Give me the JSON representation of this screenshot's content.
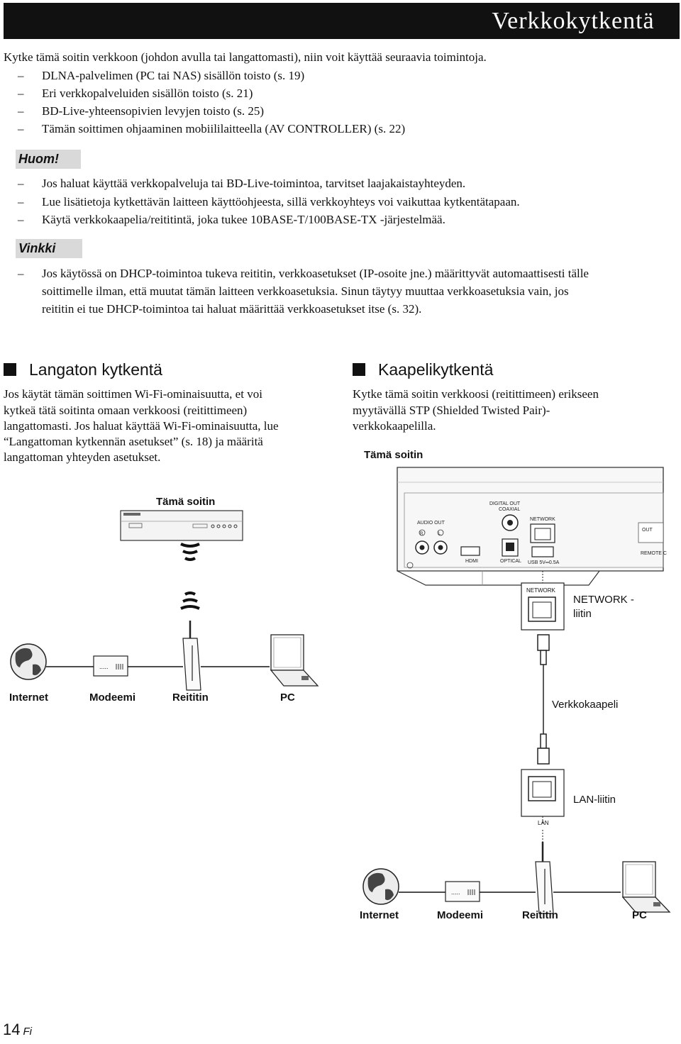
{
  "header": {
    "title": "Verkkokytkentä"
  },
  "intro": {
    "text": "Kytke tämä soitin verkkoon (johdon avulla tai langattomasti), niin voit käyttää seuraavia toimintoja.",
    "items": [
      "DLNA-palvelimen (PC tai NAS) sisällön toisto (s. 19)",
      "Eri verkkopalveluiden sisällön toisto (s. 21)",
      "BD-Live-yhteensopivien levyjen toisto (s. 25)",
      "Tämän soittimen ohjaaminen mobiililaitteella (AV CONTROLLER) (s. 22)"
    ]
  },
  "note": {
    "label": "Huom!",
    "items": [
      "Jos haluat käyttää verkkopalveluja tai BD-Live-toimintoa, tarvitset laajakaistayhteyden.",
      "Lue lisätietoja kytkettävän laitteen käyttöohjeesta, sillä verkkoyhteys voi vaikuttaa kytkentätapaan.",
      "Käytä verkkokaapelia/reititintä, joka tukee 10BASE-T/100BASE-TX -järjestelmää."
    ]
  },
  "tip": {
    "label": "Vinkki",
    "lines": [
      "Jos käytössä on DHCP-toimintoa tukeva reititin, verkkoasetukset (IP-osoite jne.) määrittyvät automaattisesti tälle",
      "soittimelle ilman, että muutat tämän laitteen verkkoasetuksia. Sinun täytyy muuttaa verkkoasetuksia vain, jos",
      "reititin ei tue DHCP-toimintoa tai haluat määrittää verkkoasetukset itse (s. 32)."
    ]
  },
  "wireless": {
    "title": "Langaton kytkentä",
    "lines": [
      "Jos käytät tämän soittimen Wi-Fi-ominaisuutta, et voi",
      "kytkeä tätä soitinta omaan verkkoosi (reitittimeen)",
      "langattomasti. Jos haluat käyttää Wi-Fi-ominaisuutta, lue",
      "“Langattoman kytkennän asetukset” (s. 18) ja määritä",
      "langattoman yhteyden asetukset."
    ],
    "diagram": {
      "player_label": "Tämä soitin",
      "labels": [
        "Internet",
        "Modeemi",
        "Reititin",
        "PC"
      ]
    }
  },
  "wired": {
    "title": "Kaapelikytkentä",
    "lines": [
      "Kytke tämä soitin verkkoosi (reitittimeen) erikseen",
      "myytävällä STP (Shielded Twisted Pair)-",
      "verkkokaapelilla."
    ],
    "diagram": {
      "player_label": "Tämä soitin",
      "panel": {
        "digital_out": "DIGITAL OUT",
        "coaxial": "COAXIAL",
        "audio_out": "AUDIO OUT",
        "r": "R",
        "l": "L",
        "network": "NETWORK",
        "out": "OUT",
        "remote": "REMOTE C",
        "hdmi": "HDMI",
        "optical": "OPTICAL",
        "usb": "USB  5V═0.5A"
      },
      "network_label": "NETWORK",
      "network_port_line1": "NETWORK -",
      "network_port_line2": "liitin",
      "cable_label": "Verkkokaapeli",
      "lan_jack_label": "LAN-liitin",
      "lan": "LAN",
      "labels": [
        "Internet",
        "Modeemi",
        "Reititin",
        "PC"
      ]
    }
  },
  "footer": {
    "page": "14",
    "lang": "Fi"
  }
}
